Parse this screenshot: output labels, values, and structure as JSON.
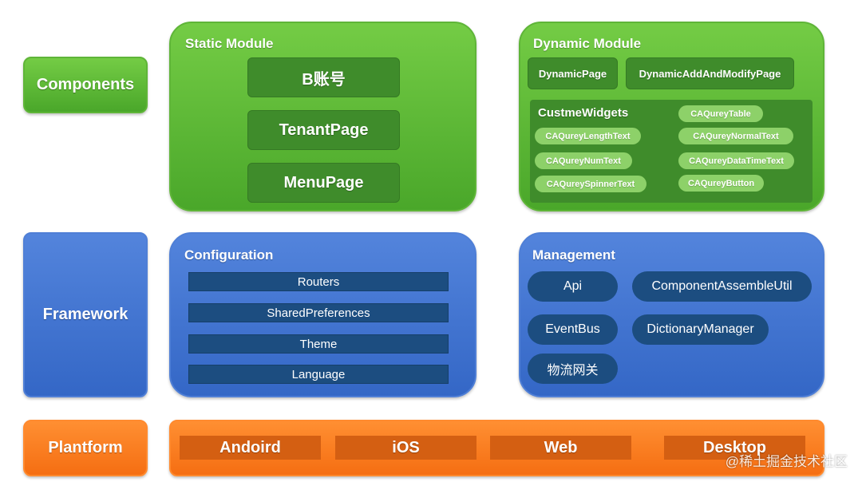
{
  "layers": {
    "components": "Components",
    "framework": "Framework",
    "platform": "Plantform"
  },
  "static_module": {
    "title": "Static Module",
    "items": [
      "B账号",
      "TenantPage",
      "MenuPage"
    ]
  },
  "dynamic_module": {
    "title": "Dynamic Module",
    "pages": [
      "DynamicPage",
      "DynamicAddAndModifyPage"
    ],
    "custom_widgets": {
      "title": "CustmeWidgets",
      "items": [
        "CAQureyTable",
        "CAQureyLengthText",
        "CAQureyNormalText",
        "CAQureyNumText",
        "CAQureyDataTimeText",
        "CAQureySpinnerText",
        "CAQureyButton"
      ]
    }
  },
  "configuration": {
    "title": "Configuration",
    "items": [
      "Routers",
      "SharedPreferences",
      "Theme",
      "Language"
    ]
  },
  "management": {
    "title": "Management",
    "items": [
      "Api",
      "ComponentAssembleUtil",
      "EventBus",
      "DictionaryManager",
      "物流网关"
    ]
  },
  "platforms": [
    "Andoird",
    "iOS",
    "Web",
    "Desktop"
  ],
  "watermark": "@稀土掘金技术社区",
  "colors": {
    "green": "#5fb538",
    "dark_green": "#3f8c2b",
    "widget_pill": "#8dd169",
    "blue": "#4170d0",
    "dark_blue": "#1c4d80",
    "orange": "#ff8026",
    "dark_orange": "#d45f12"
  }
}
